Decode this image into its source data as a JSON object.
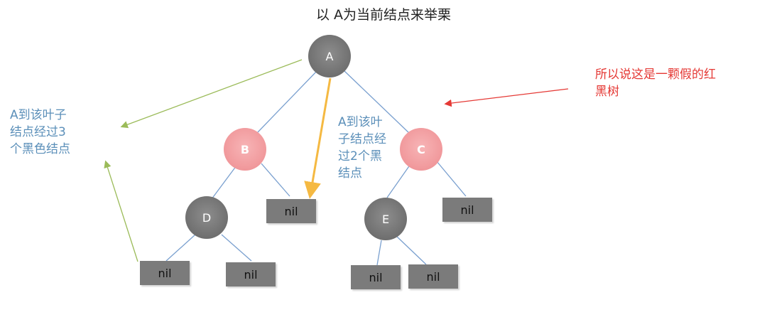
{
  "title": "以 A为当前结点来举栗",
  "nodes": {
    "A": {
      "label": "A",
      "color": "black"
    },
    "B": {
      "label": "B",
      "color": "red"
    },
    "C": {
      "label": "C",
      "color": "red"
    },
    "D": {
      "label": "D",
      "color": "black"
    },
    "E": {
      "label": "E",
      "color": "black"
    }
  },
  "nil_label": "nil",
  "annotations": {
    "left": "A到该叶子\n结点经过3\n个黑色结点",
    "middle": "A到该叶\n子结点经\n过2个黑\n结点",
    "right": "所以说这是一颗假的红\n黑树"
  },
  "colors": {
    "black_node": "#707070",
    "red_node": "#f19a9d",
    "nil_box": "#7b7b7b",
    "edge": "#7aa0cf",
    "arrow_green": "#9bbb59",
    "arrow_orange": "#f5b942",
    "arrow_red": "#e53935",
    "note_blue": "#5b8fb9",
    "note_red": "#e53935"
  }
}
